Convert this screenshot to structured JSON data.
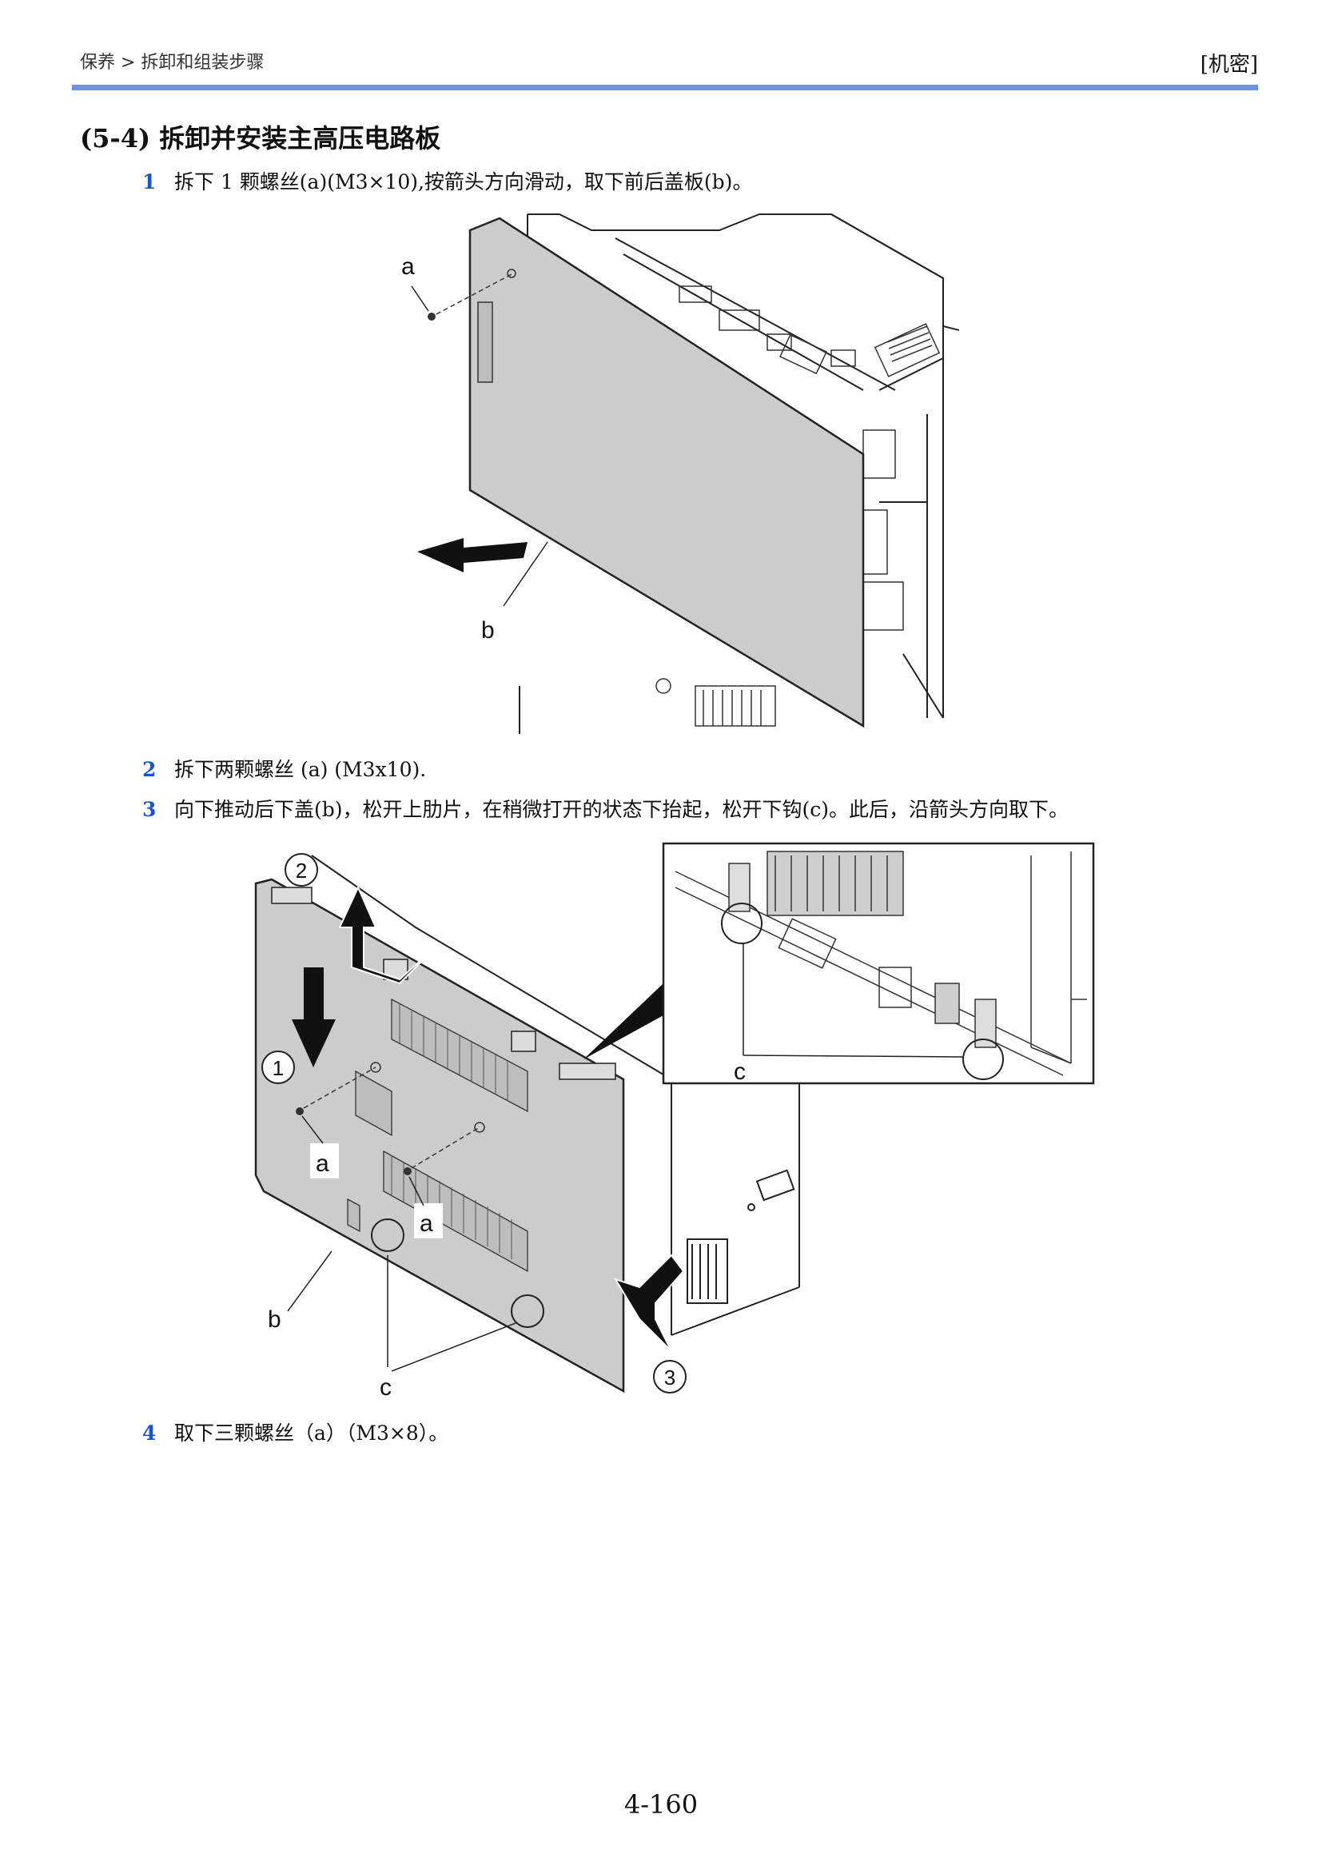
{
  "header": {
    "breadcrumb": "保养 > 拆卸和组装步骤",
    "confidential": "[机密]"
  },
  "section": {
    "title": "(5-4) 拆卸并安装主高压电路板"
  },
  "steps": [
    {
      "num": "1",
      "text": "拆下 1 颗螺丝(a)(M3×10),按箭头方向滑动，取下前后盖板(b)。"
    },
    {
      "num": "2",
      "text": "拆下两颗螺丝 (a) (M3x10)."
    },
    {
      "num": "3",
      "text": "向下推动后下盖(b)，松开上肋片，在稍微打开的状态下抬起，松开下钩(c)。此后，沿箭头方向取下。"
    },
    {
      "num": "4",
      "text": "取下三颗螺丝（a）（M3×8）。"
    }
  ],
  "figure1": {
    "label_a": "a",
    "label_b": "b"
  },
  "figure2": {
    "step_1": "1",
    "step_2": "2",
    "step_3": "3",
    "label_a": "a",
    "label_b": "b",
    "label_c": "c",
    "inset_label_c": "c"
  },
  "page_number": "4-160"
}
